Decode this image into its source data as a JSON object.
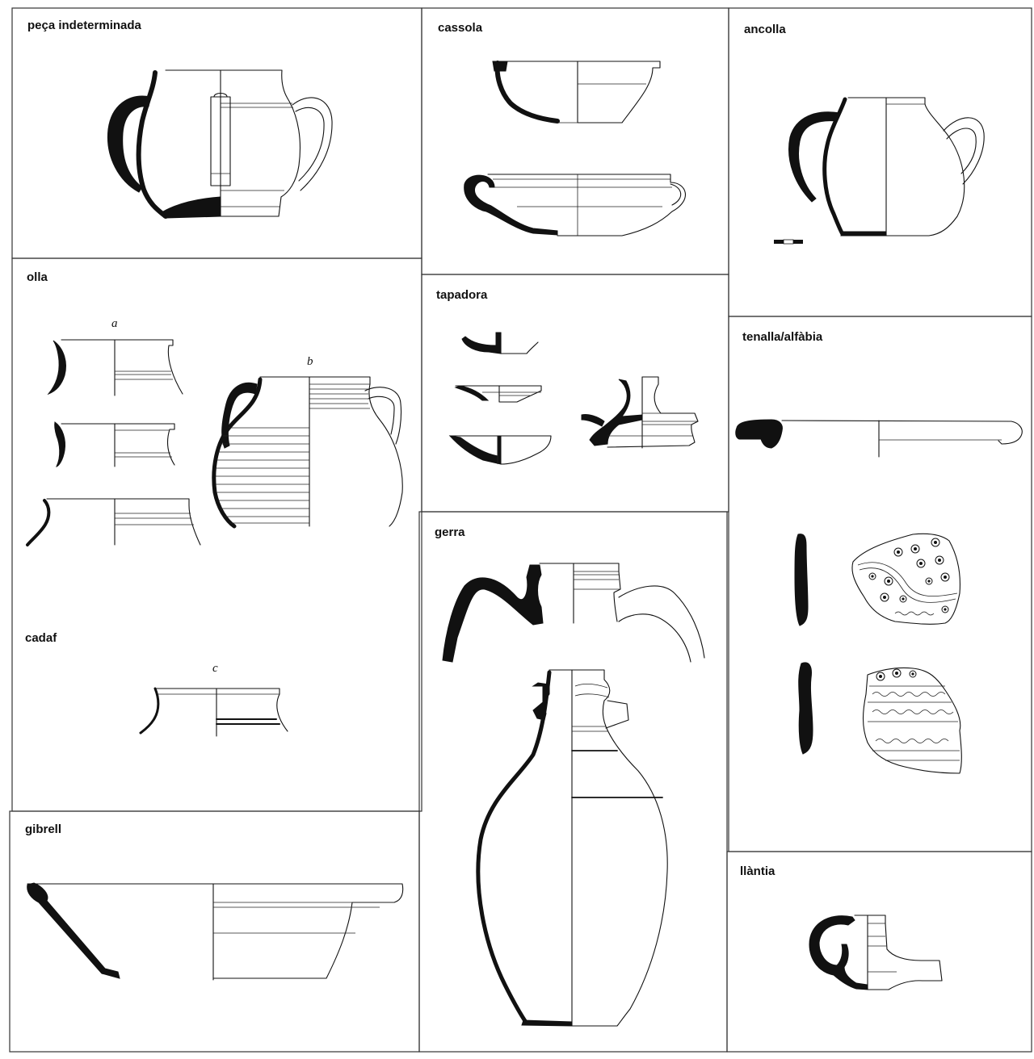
{
  "panels": {
    "peca_indeterminada": "peça indeterminada",
    "cassola": "cassola",
    "ancolla": "ancolla",
    "olla": "olla",
    "tapadora": "tapadora",
    "tenalla_alfabia": "tenalla/alfàbia",
    "cadaf": "cadaf",
    "gerra": "gerra",
    "gibrell": "gibrell",
    "llantia": "llàntia"
  },
  "sub_labels": {
    "a": "a",
    "b": "b",
    "c": "c"
  },
  "colors": {
    "ink": "#111111",
    "frame": "#333333",
    "background": "#ffffff"
  }
}
